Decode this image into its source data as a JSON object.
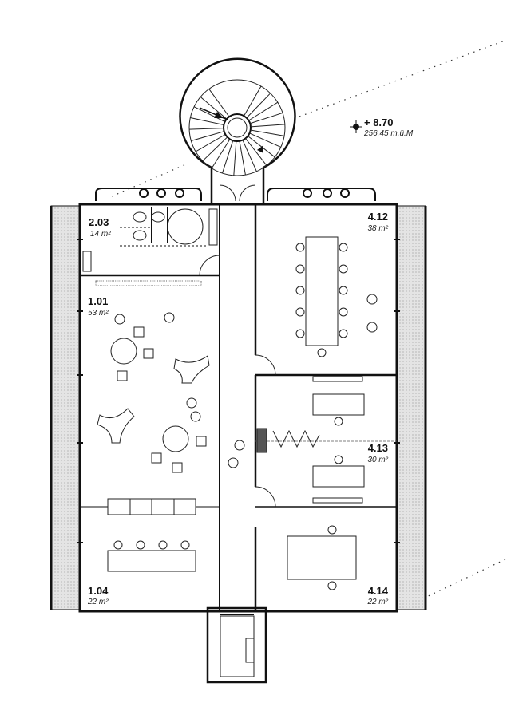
{
  "plan": {
    "elevation": {
      "level": "+ 8.70",
      "absolute": "256.45 m.ü.M",
      "icon": "elevation-marker-icon"
    },
    "rooms": [
      {
        "id": "2.03",
        "area": "14 m²"
      },
      {
        "id": "1.01",
        "area": "53 m²"
      },
      {
        "id": "1.04",
        "area": "22 m²"
      },
      {
        "id": "4.12",
        "area": "38 m²"
      },
      {
        "id": "4.13",
        "area": "30 m²"
      },
      {
        "id": "4.14",
        "area": "22 m²"
      }
    ],
    "colors": {
      "wall": "#111111",
      "facade": "#d8d8d8",
      "background": "#ffffff"
    }
  }
}
